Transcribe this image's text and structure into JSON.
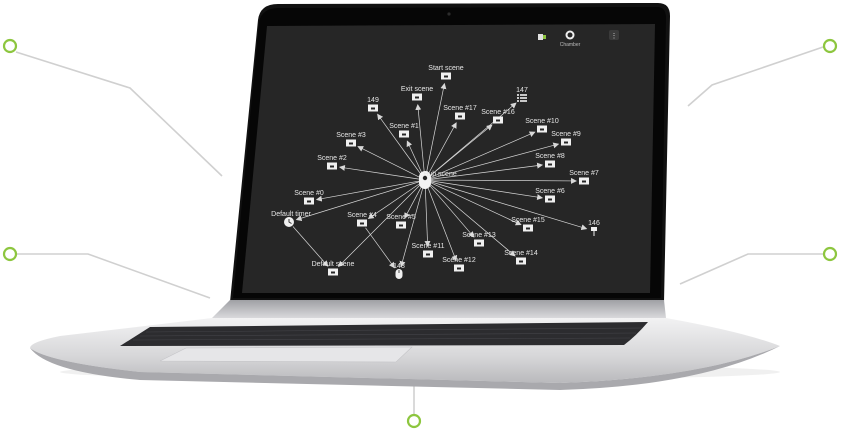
{
  "screen": {
    "header": {
      "chip_label": "",
      "user_label": "Chamber",
      "menu_label": "⋮"
    },
    "graph": {
      "hub": {
        "label": "Hub scene"
      },
      "nodes": [
        {
          "label": "Start scene",
          "icon": "scene-card-icon"
        },
        {
          "label": "Exit scene",
          "icon": "scene-card-icon"
        },
        {
          "label": "149",
          "icon": "scene-card-icon"
        },
        {
          "label": "Scene #1",
          "icon": "scene-card-icon"
        },
        {
          "label": "Scene #17",
          "icon": "scene-card-icon"
        },
        {
          "label": "Scene #16",
          "icon": "scene-card-icon"
        },
        {
          "label": "147",
          "icon": "list-icon"
        },
        {
          "label": "Scene #10",
          "icon": "scene-card-icon"
        },
        {
          "label": "Scene #9",
          "icon": "scene-card-icon"
        },
        {
          "label": "Scene #3",
          "icon": "scene-card-icon"
        },
        {
          "label": "Scene #8",
          "icon": "scene-card-icon"
        },
        {
          "label": "Scene #2",
          "icon": "scene-card-icon"
        },
        {
          "label": "Scene #7",
          "icon": "scene-card-icon"
        },
        {
          "label": "Scene #0",
          "icon": "scene-card-icon"
        },
        {
          "label": "Scene #6",
          "icon": "scene-card-icon"
        },
        {
          "label": "Default timer",
          "icon": "clock-icon"
        },
        {
          "label": "Scene #4",
          "icon": "scene-card-icon"
        },
        {
          "label": "Scene #5",
          "icon": "scene-card-icon"
        },
        {
          "label": "Scene #15",
          "icon": "scene-card-icon"
        },
        {
          "label": "146",
          "icon": "pin-icon"
        },
        {
          "label": "Scene #13",
          "icon": "scene-card-icon"
        },
        {
          "label": "Scene #11",
          "icon": "scene-card-icon"
        },
        {
          "label": "Scene #14",
          "icon": "scene-card-icon"
        },
        {
          "label": "Scene #12",
          "icon": "scene-card-icon"
        },
        {
          "label": "Default scene",
          "icon": "scene-card-icon"
        },
        {
          "label": "148",
          "icon": "mouse-icon"
        }
      ],
      "extra_edges": [
        {
          "from": "Default timer",
          "to": "Default scene"
        },
        {
          "from": "Scene #4",
          "to": "148"
        }
      ]
    }
  },
  "colors": {
    "accent": "#8dc63f",
    "screen_bg": "#262626",
    "edge": "#d8d8d8",
    "device_body": "#dcdcde"
  },
  "callouts": [
    {
      "icon": "callout-marker"
    },
    {
      "icon": "callout-marker"
    },
    {
      "icon": "callout-marker"
    },
    {
      "icon": "callout-marker"
    },
    {
      "icon": "callout-marker"
    }
  ]
}
